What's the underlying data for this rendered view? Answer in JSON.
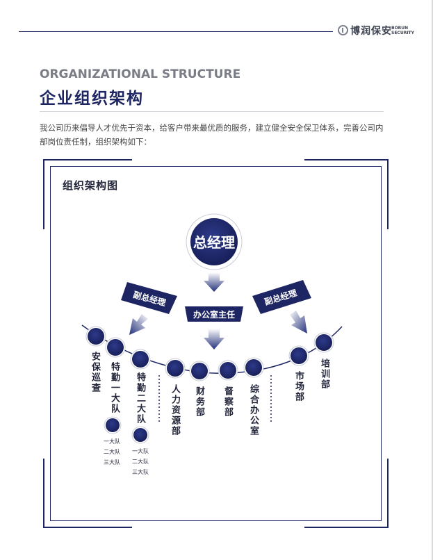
{
  "header": {
    "logo_cn": "博润保安",
    "logo_en": "BORUN SECURITY"
  },
  "title": {
    "en": "ORGANIZATIONAL STRUCTURE",
    "cn": "企业组织架构"
  },
  "intro": "我公司历来倡导人才优先于资本，给客户带来最优质的服务，建立健全安全保卫体系，完善公司内部岗位责任制，组织架构如下：",
  "diagram": {
    "label": "组织架构图",
    "top": "总经理",
    "left_deputy": "副总经理",
    "office_head": "办公室主任",
    "right_deputy": "副总经理",
    "departments": [
      "安保巡查",
      "特勤一大队",
      "特勤二大队",
      "人力资源部",
      "财务部",
      "督察部",
      "综合办公室",
      "市场部",
      "培训部"
    ],
    "squads_1": [
      "一大队",
      "二大队",
      "三大队"
    ],
    "squads_2": [
      "一大队",
      "二大队",
      "三大队"
    ]
  },
  "colors": {
    "navy": "#1d2663",
    "accent": "#23307a"
  }
}
